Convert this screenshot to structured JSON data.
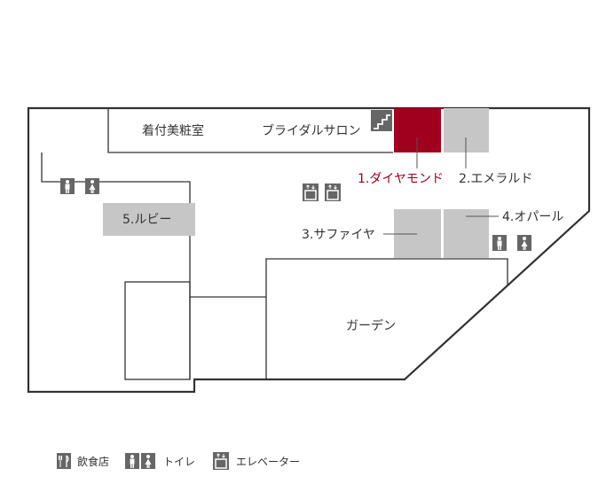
{
  "map": {
    "rooms": {
      "kitsuke": "着付美粧室",
      "bridal_salon": "ブライダルサロン",
      "diamond": "1.ダイヤモンド",
      "emerald": "2.エメラルド",
      "sapphire": "3.サファイヤ",
      "opal": "4.オパール",
      "ruby": "5.ルビー",
      "garden": "ガーデン"
    }
  },
  "legend": {
    "restaurant": "飲食店",
    "toilet": "トイレ",
    "elevator": "エレベーター"
  },
  "colors": {
    "selected_room": "#a0001e",
    "room": "#c6c6c6",
    "wall": "#333333",
    "icon": "#666666"
  },
  "icons": {
    "restaurant": "fork-knife-icon",
    "toilet": "restroom-icon",
    "elevator": "elevator-icon",
    "stairs": "stairs-icon"
  }
}
